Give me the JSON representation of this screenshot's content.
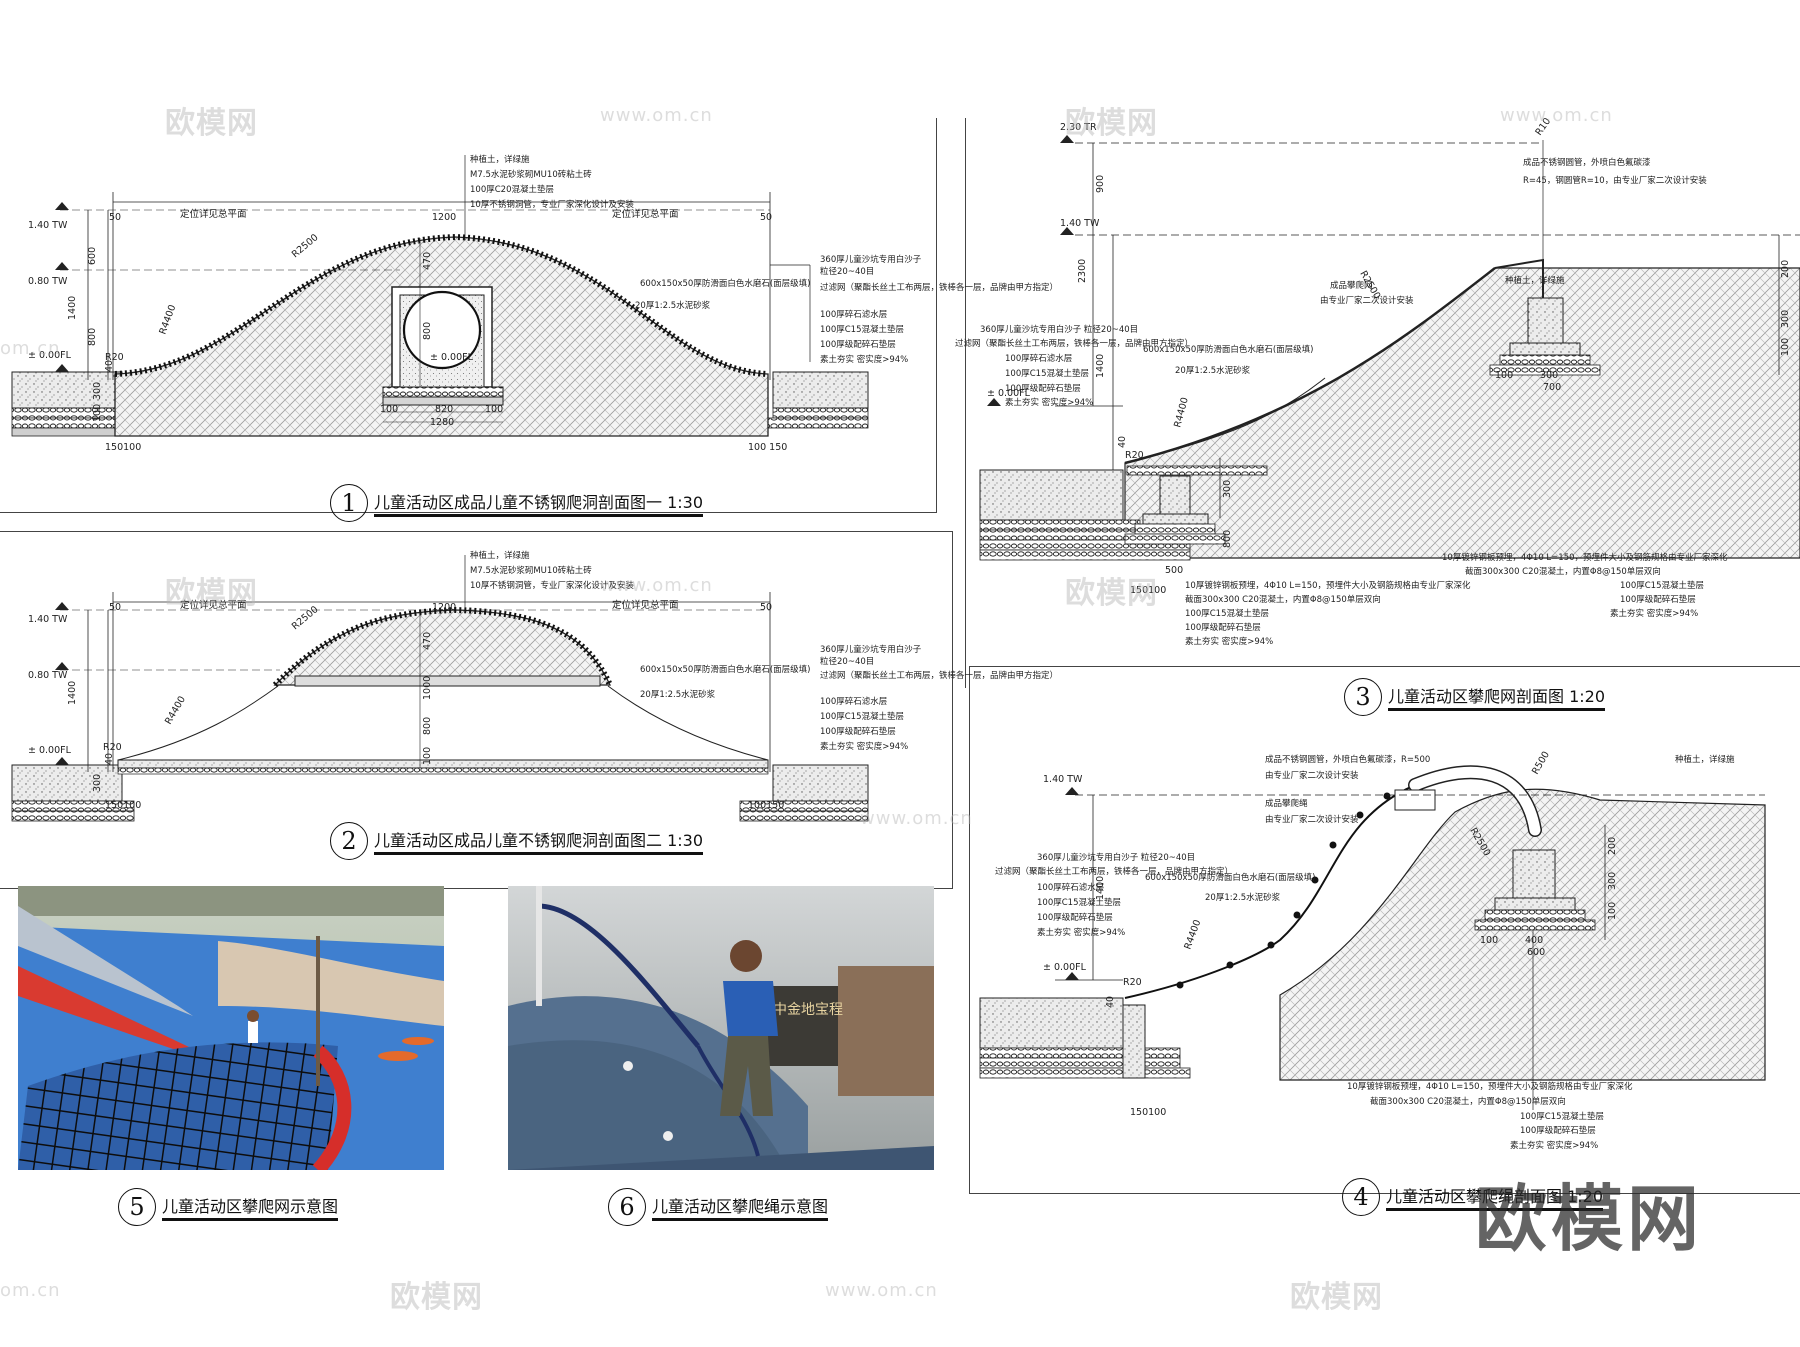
{
  "panels": {
    "p1": {
      "num": "1",
      "title": "儿童活动区成品儿童不锈钢爬洞剖面图一",
      "scale": "1:30",
      "levels": [
        "1.40 TW",
        "0.80 TW",
        "± 0.00FL"
      ],
      "dims": {
        "top_left": "50",
        "top_right": "50",
        "width": "1200",
        "v600": "600",
        "v800": "800",
        "v1400": "1400",
        "v470": "470",
        "v800c": "800",
        "r2500": "R2500",
        "r4400": "R4400",
        "r20": "R20",
        "b100a": "100",
        "b820": "820",
        "b100b": "100",
        "b1280": "1280",
        "bl": "150100",
        "br": "100 150",
        "v300": "300",
        "v100": "100",
        "v40": "40",
        "s_left": "定位详见总平面",
        "s_right": "定位详见总平面",
        "pipe_label": "± 0.00FL"
      },
      "top_notes": [
        "种植土，详绿施",
        "M7.5水泥砂浆砌MU10砖粘土砖",
        "100厚C20混凝土垫层",
        "10厚不锈钢洞管，专业厂家深化设计及安装"
      ],
      "right_notes": [
        "360厚儿童沙坑专用白沙子",
        "粒径20~40目",
        "600x150x50厚防滑面白色水磨石(面层级填)",
        "过滤网（聚酯长丝土工布两层，铁棒各一层，品牌由甲方指定）",
        "20厚1:2.5水泥砂浆",
        "100厚碎石滤水层",
        "100厚C15混凝土垫层",
        "100厚级配碎石垫层",
        "素土夯实  密实度>94%"
      ]
    },
    "p2": {
      "num": "2",
      "title": "儿童活动区成品儿童不锈钢爬洞剖面图二",
      "scale": "1:30",
      "levels": [
        "1.40 TW",
        "0.80 TW",
        "± 0.00FL"
      ],
      "dims": {
        "top_left": "50",
        "top_right": "50",
        "width": "1200",
        "v1400": "1400",
        "v470": "470",
        "v1000": "1000",
        "v800": "800",
        "v100": "100",
        "r2500": "R2500",
        "r4400": "R4400",
        "r20": "R20",
        "bl": "150100",
        "br": "100150",
        "v300": "300",
        "v40": "40",
        "s_left": "定位详见总平面",
        "s_right": "定位详见总平面"
      },
      "top_notes": [
        "种植土，详绿施",
        "M7.5水泥砂浆砌MU10砖粘土砖",
        "10厚不锈钢洞管，专业厂家深化设计及安装"
      ],
      "right_notes": [
        "360厚儿童沙坑专用白沙子",
        "粒径20~40目",
        "600x150x50厚防滑面白色水磨石(面层级填)",
        "过滤网（聚酯长丝土工布两层，铁棒各一层，品牌由甲方指定）",
        "20厚1:2.5水泥砂浆",
        "100厚碎石滤水层",
        "100厚C15混凝土垫层",
        "100厚级配碎石垫层",
        "素土夯实  密实度>94%"
      ]
    },
    "p3": {
      "num": "3",
      "title": "儿童活动区攀爬网剖面图",
      "scale": "1:20",
      "levels": [
        "2.30 TR",
        "1.40 TW",
        "± 0.00FL"
      ],
      "dims": {
        "v900": "900",
        "v2300": "2300",
        "v1400": "1400",
        "r10": "R10",
        "r2500": "R2500",
        "r4400": "R4400",
        "r20": "R20",
        "v300": "300",
        "v800": "800",
        "v100": "100",
        "v200": "200",
        "v40": "40",
        "b500": "500",
        "b100": "100",
        "b300": "300",
        "b700": "700",
        "bl": "150100"
      },
      "top_notes": [
        "成品不锈钢圆管，外喷白色氟碳漆",
        "R=45，钢圆管R=10，由专业厂家二次设计安装"
      ],
      "mid_notes": [
        "成品攀爬网",
        "由专业厂家二次设计安装",
        "种植土，详绿施"
      ],
      "left_notes": [
        "360厚儿童沙坑专用白沙子  粒径20~40目",
        "过滤网（聚酯长丝土工布两层，铁棒各一层，品牌由甲方指定）",
        "100厚碎石滤水层",
        "100厚C15混凝土垫层",
        "100厚级配碎石垫层",
        "素土夯实  密实度>94%"
      ],
      "left_notes2": [
        "600x150x50厚防滑面白色水磨石(面层级填)",
        "20厚1:2.5水泥砂浆"
      ],
      "bottom_notes": [
        "10厚镀锌钢板预埋，4Φ10  L=150，预埋件大小及钢筋规格由专业厂家深化",
        "截面300x300  C20混凝土，内置Φ8@150单层双向",
        "100厚C15混凝土垫层",
        "100厚级配碎石垫层",
        "素土夯实  密实度>94%"
      ],
      "bottom_notes2": [
        "10厚镀锌钢板预埋，4Φ10  L=150，预埋件大小及钢筋规格由专业厂家深化",
        "截面300x300  C20混凝土，内置Φ8@150单层双向",
        "100厚C15混凝土垫层",
        "100厚级配碎石垫层",
        "素土夯实  密实度>94%"
      ]
    },
    "p4": {
      "num": "4",
      "title": "儿童活动区攀爬绳剖面图",
      "scale": "1:20",
      "levels": [
        "1.40 TW",
        "± 0.00FL"
      ],
      "dims": {
        "v1400": "1400",
        "r500": "R500",
        "r2500": "R2500",
        "r4400": "R4400",
        "r20": "R20",
        "v300": "300",
        "v200": "200",
        "v100": "100",
        "v40": "40",
        "b100": "100",
        "b400": "400",
        "b600": "600",
        "bl": "150100"
      },
      "top_notes": [
        "成品不锈钢圆管，外喷白色氟碳漆，R=500",
        "由专业厂家二次设计安装",
        "成品攀爬绳",
        "由专业厂家二次设计安装",
        "种植土，详绿施"
      ],
      "left_notes": [
        "360厚儿童沙坑专用白沙子  粒径20~40目",
        "过滤网（聚酯长丝土工布两层，铁棒各一层，品牌由甲方指定）",
        "100厚碎石滤水层",
        "100厚C15混凝土垫层",
        "100厚级配碎石垫层",
        "素土夯实  密实度>94%"
      ],
      "left_notes2": [
        "600x150x50厚防滑面白色水磨石(面层级填)",
        "20厚1:2.5水泥砂浆"
      ],
      "bottom_notes": [
        "10厚镀锌钢板预埋，4Φ10  L=150，预埋件大小及钢筋规格由专业厂家深化",
        "截面300x300  C20混凝土，内置Φ8@150单层双向",
        "100厚C15混凝土垫层",
        "100厚级配碎石垫层",
        "素土夯实  密实度>94%"
      ]
    },
    "p5": {
      "num": "5",
      "title": "儿童活动区攀爬网示意图"
    },
    "p6": {
      "num": "6",
      "title": "儿童活动区攀爬绳示意图",
      "sign": "中金地宝程"
    }
  },
  "watermark": {
    "brand": "欧模网",
    "url": "www.om.cn",
    "url_short": "om.cn"
  }
}
